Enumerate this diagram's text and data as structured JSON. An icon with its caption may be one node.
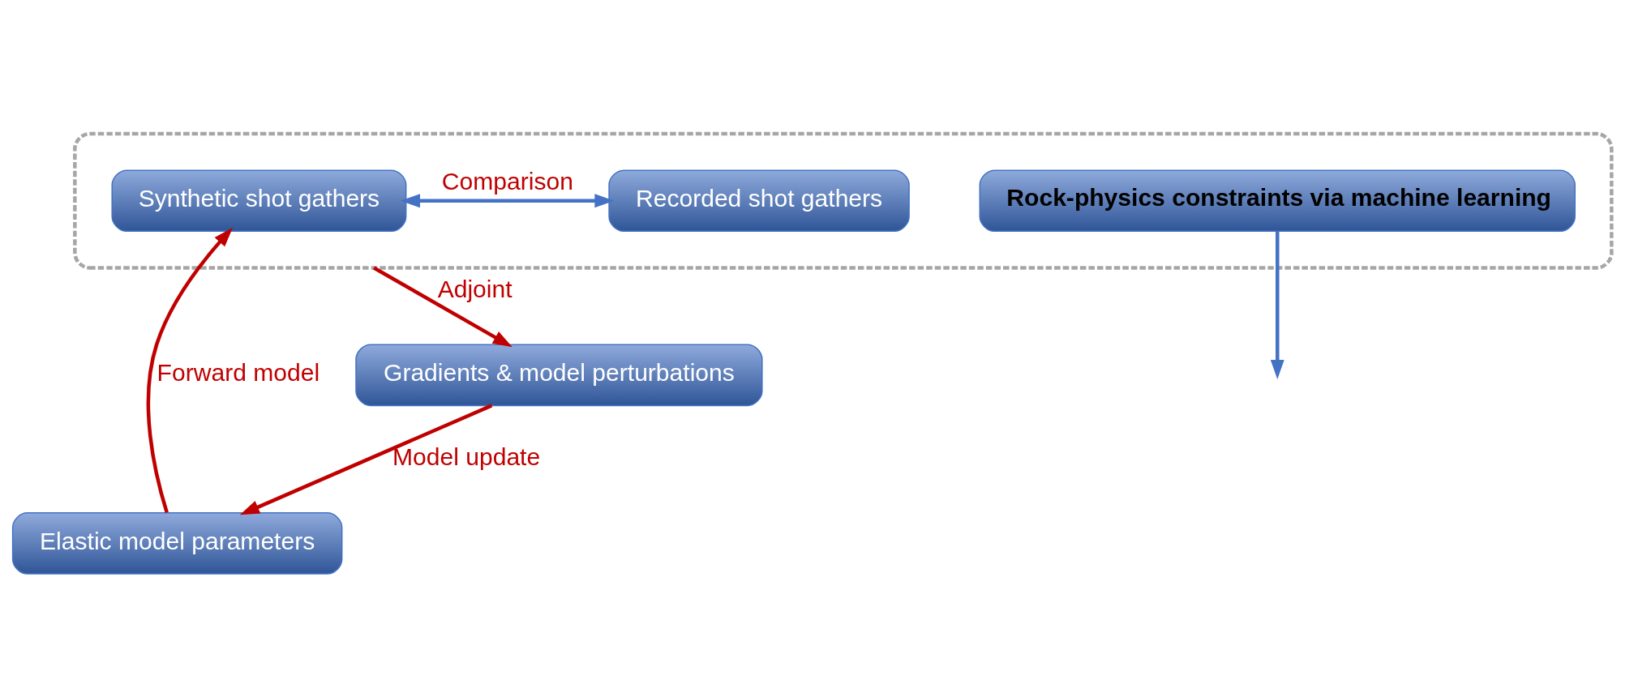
{
  "diagram": {
    "nodes": [
      {
        "text": [
          "Elastic model parameters"
        ]
      },
      {
        "text": [
          "Gradients & model perturbations"
        ]
      },
      {
        "text": [],
        "shape": "box"
      },
      {
        "text": [
          "Synthetic shot gathers"
        ],
        "in": 2
      },
      {
        "text": [
          "Recorded shot gathers"
        ],
        "in": 2
      },
      {
        "text": [
          "Rock-physics constraints via machine learning"
        ],
        "in": 2
      }
    ],
    "edges": [
      {
        "from": 0,
        "to": 3,
        "arrow": "to",
        "label": "Forward model"
      },
      {
        "from": 1,
        "to": 0,
        "arrow": "to",
        "label": "Model update"
      },
      {
        "from": 2,
        "to": 1,
        "arrow": "to",
        "label": "Adjoint"
      },
      {
        "from": 3,
        "to": 4,
        "arrow": "both",
        "label": "Comparison",
        "color": "#4472c4"
      },
      {
        "from": 5,
        "to": null,
        "arrow": "to",
        "color": "#4472c4"
      }
    ]
  }
}
